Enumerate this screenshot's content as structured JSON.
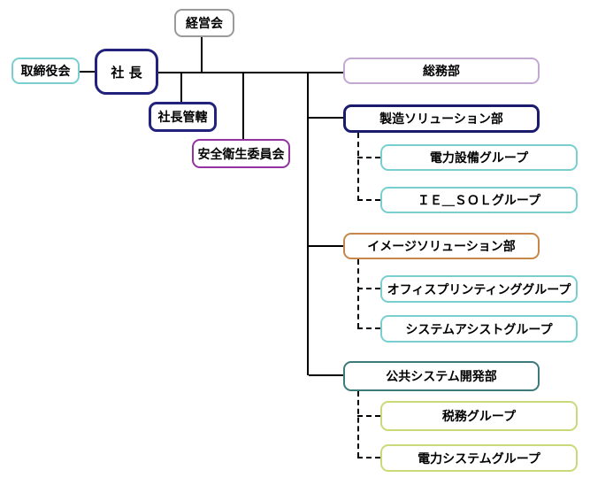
{
  "chart": {
    "type": "org-chart",
    "background_color": "#ffffff",
    "line_color": "#000000",
    "nodes": {
      "keieikai": {
        "label": "経営会",
        "border_color": "#9a9a9a"
      },
      "torishimari": {
        "label": "取締役会",
        "border_color": "#79cfcf"
      },
      "shachou": {
        "label": "社 長",
        "border_color": "#22227c"
      },
      "kankatsu": {
        "label": "社長管轄",
        "border_color": "#22227c"
      },
      "anzen": {
        "label": "安全衛生委員会",
        "border_color": "#9333a0"
      },
      "soumubu": {
        "label": "総務部",
        "border_color": "#c3a8d1"
      },
      "seizou": {
        "label": "製造ソリューション部",
        "border_color": "#1b1b6e"
      },
      "denryoku_setsubi": {
        "label": "電力設備グループ",
        "border_color": "#79cfcf"
      },
      "ie_sol": {
        "label": "ＩＥ＿ＳＯＬグループ",
        "border_color": "#79cfcf"
      },
      "image_sol": {
        "label": "イメージソリューション部",
        "border_color": "#c8874a"
      },
      "office_printing": {
        "label": "オフィスプリンティンググループ",
        "border_color": "#79cfcf"
      },
      "system_assist": {
        "label": "システムアシストグループ",
        "border_color": "#79cfcf"
      },
      "koukyou": {
        "label": "公共システム開発部",
        "border_color": "#3d7a7a"
      },
      "zeimu": {
        "label": "税務グループ",
        "border_color": "#cbd97a"
      },
      "denryoku_system": {
        "label": "電力システムグループ",
        "border_color": "#cbd97a"
      }
    },
    "hierarchy_note": "経営会→社長; 取締役会—社長; 社長→社長管轄, 安全衛生委員会, 総務部, 製造ソリューション部(電力設備グループ, ＩＥ＿ＳＯＬグループ), イメージソリューション部(オフィスプリンティンググループ, システムアシストグループ), 公共システム開発部(税務グループ, 電力システムグループ)"
  }
}
